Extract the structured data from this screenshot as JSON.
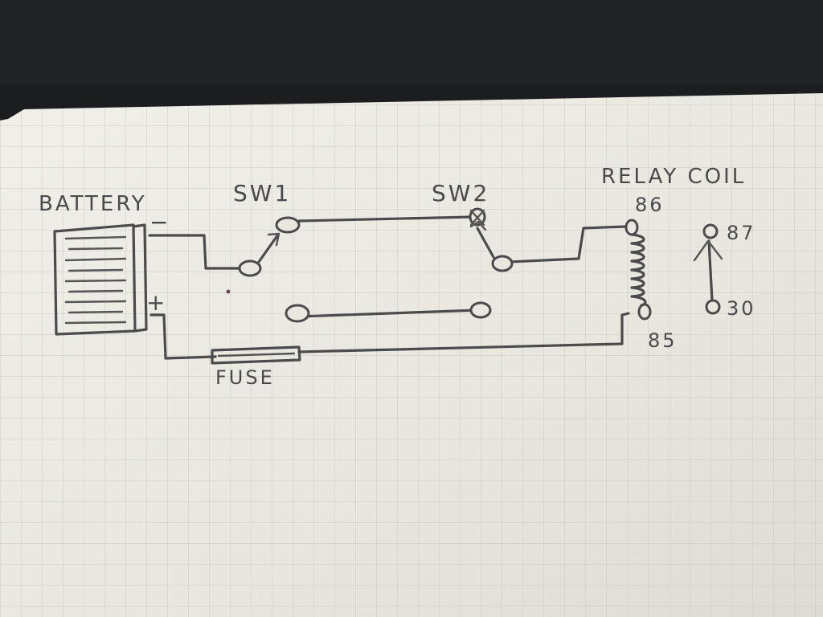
{
  "labels": {
    "battery": "BATTERY",
    "neg": "−",
    "pos": "+",
    "sw1": "SW1",
    "sw2": "SW2",
    "relay_coil": "RELAY COIL",
    "t86": "86",
    "t85": "85",
    "t87": "87",
    "t30": "30",
    "fuse": "FUSE"
  },
  "colors": {
    "paper": "#e9e7e0",
    "grid": "#c9c8c3",
    "ink": "#4b4b4b",
    "background": "#1c1d1f"
  }
}
